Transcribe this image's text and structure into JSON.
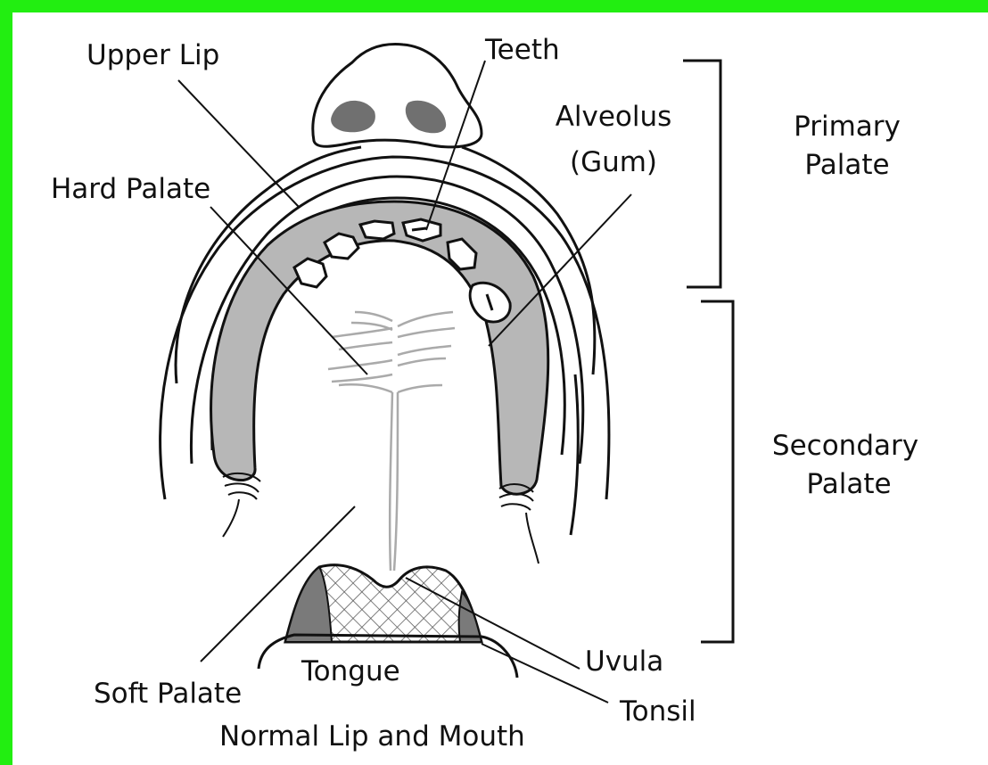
{
  "colors": {
    "frame_border": "#22ee11",
    "gum_fill": "#b7b7b7",
    "tonsil_fill": "#7a7a7a",
    "nostril_fill": "#707070",
    "line": "#111111"
  },
  "labels": {
    "upper_lip": "Upper Lip",
    "teeth": "Teeth",
    "alveolus_line1": "Alveolus",
    "alveolus_line2": "(Gum)",
    "hard_palate": "Hard Palate",
    "primary_palate_line1": "Primary",
    "primary_palate_line2": "Palate",
    "secondary_palate_line1": "Secondary",
    "secondary_palate_line2": "Palate",
    "soft_palate": "Soft Palate",
    "tongue": "Tongue",
    "uvula": "Uvula",
    "tonsil": "Tonsil",
    "caption": "Normal Lip and Mouth"
  }
}
